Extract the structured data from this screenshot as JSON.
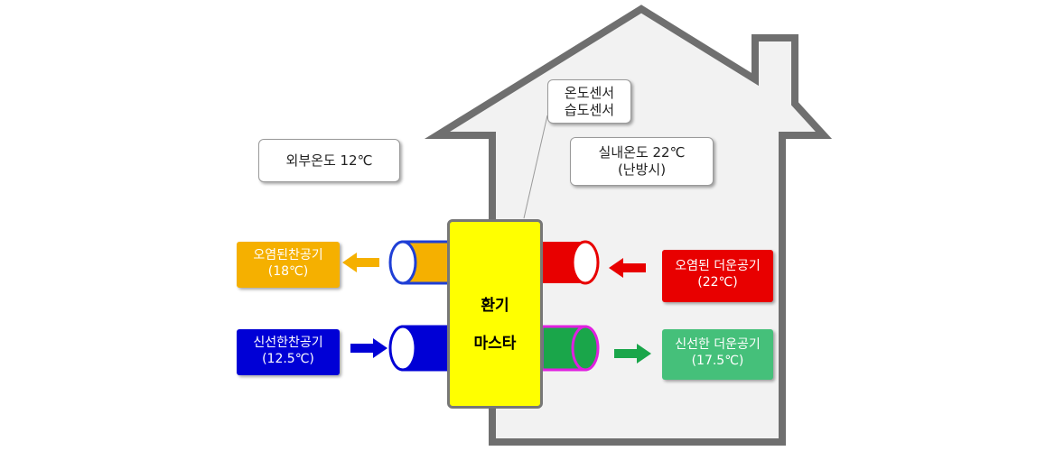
{
  "outside_temp": "외부온도 12℃",
  "sensor": {
    "line1": "온도센서",
    "line2": "습도센서"
  },
  "indoor_temp": {
    "line1": "실내온도 22℃",
    "line2": "(난방시)"
  },
  "master": {
    "line1": "환기",
    "line2": "마스타"
  },
  "flows": {
    "exhaust_out": {
      "line1": "오염된찬공기",
      "line2": "(18℃)",
      "color": "#f5b000"
    },
    "fresh_in": {
      "line1": "신선한찬공기",
      "line2": "(12.5℃)",
      "color": "#0000d6"
    },
    "stale_in": {
      "line1": "오염된 더운공기",
      "line2": "(22℃)",
      "color": "#e80000"
    },
    "fresh_supply": {
      "line1": "신선한 더운공기",
      "line2": "(17.5℃)",
      "color": "#45c07a"
    }
  },
  "colors": {
    "house_fill": "#f2f2f2",
    "house_stroke": "#6f6f6f",
    "master_fill": "#ffff00",
    "duct_magenta": "#e020e0"
  }
}
